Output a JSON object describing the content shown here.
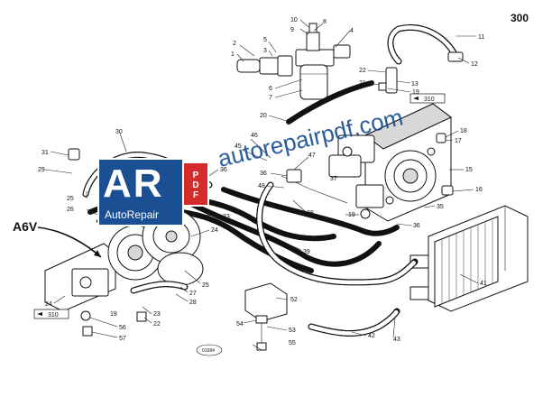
{
  "page_number": "300",
  "model_label": "A6V",
  "figure_code": "01684",
  "watermark_url": "autorepairpdf.com",
  "logo": {
    "letters": "AR",
    "tagline": "AutoRepair",
    "badge": "PDF",
    "color": "#1a4f93",
    "badge_color": "#d42b2b"
  },
  "refs": [
    "310",
    "310"
  ],
  "callouts": [
    "1",
    "2",
    "3",
    "4",
    "5",
    "6",
    "7",
    "8",
    "9",
    "10",
    "11",
    "12",
    "13",
    "15",
    "16",
    "17",
    "18",
    "19",
    "19",
    "20",
    "21",
    "21",
    "22",
    "22",
    "23",
    "24",
    "25",
    "26",
    "27",
    "28",
    "29",
    "30",
    "31",
    "32",
    "35",
    "36",
    "36",
    "37",
    "38",
    "39",
    "41",
    "42",
    "43",
    "45",
    "46",
    "47",
    "48",
    "52",
    "53",
    "54",
    "55",
    "56",
    "57"
  ]
}
